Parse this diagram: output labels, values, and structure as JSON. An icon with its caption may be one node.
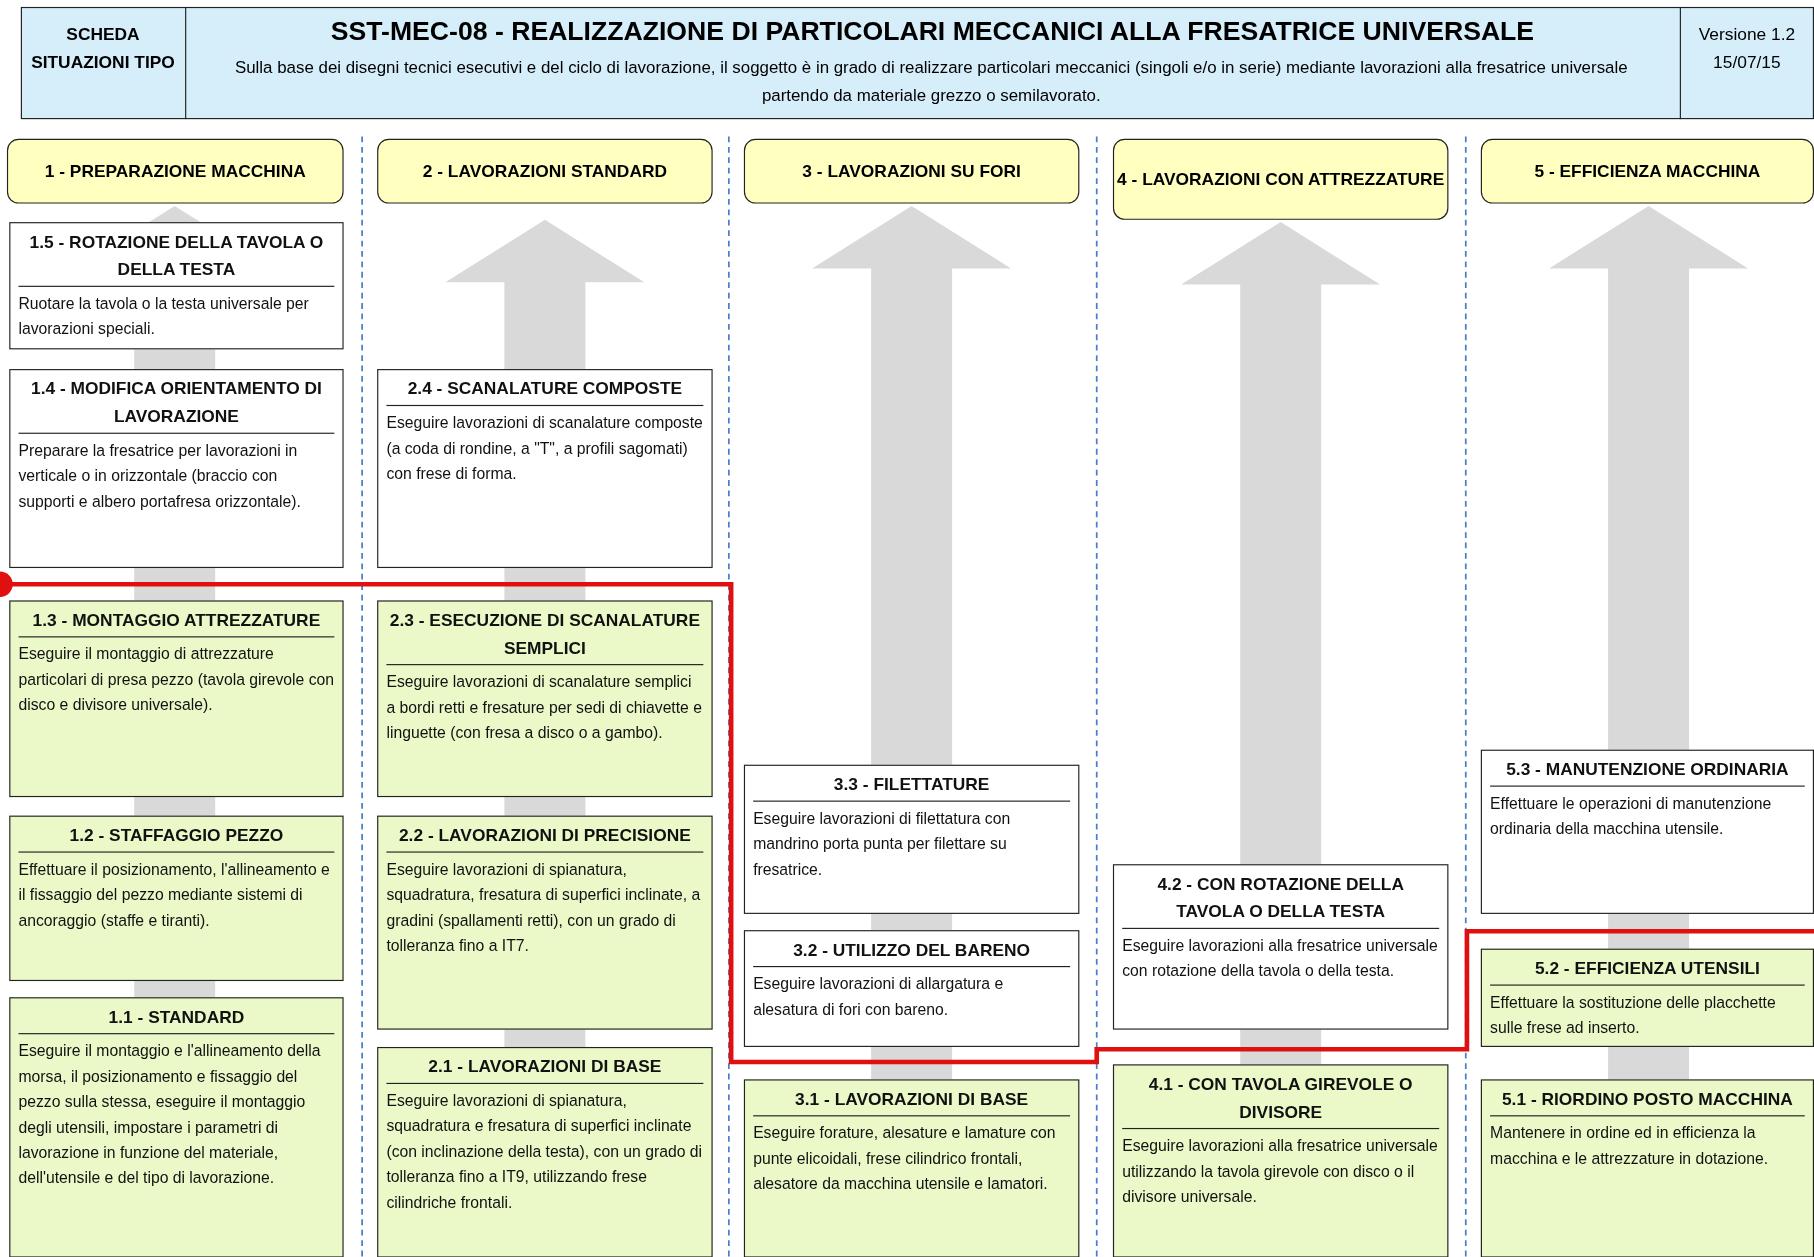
{
  "diagram": {
    "title": "SST-MEC-08  -  REALIZZAZIONE DI PARTICOLARI MECCANICI ALLA FRESATRICE UNIVERSALE",
    "nodes": [
      {
        "text": [
          "1 - PREPARAZIONE MACCHINA"
        ]
      },
      {
        "text": [
          "2 - LAVORAZIONI STANDARD"
        ]
      },
      {
        "text": [
          "3 - LAVORAZIONI SU FORI"
        ]
      },
      {
        "text": [
          "4 - LAVORAZIONI CON ATTREZZATURE"
        ]
      },
      {
        "text": [
          "5 - EFFICIENZA MACCHINA"
        ]
      },
      {
        "text": [
          "1.5 - ROTAZIONE DELLA TAVOLA O DELLA TESTA",
          "Ruotare la tavola o la testa universale per lavorazioni speciali."
        ]
      },
      {
        "text": [
          "1.4 - MODIFICA ORIENTAMENTO DI LAVORAZIONE",
          "Preparare la fresatrice per lavorazioni in verticale o in orizzontale (braccio con supporti e albero portafresa orizzontale)."
        ]
      },
      {
        "text": [
          "1.3 - MONTAGGIO ATTREZZATURE",
          "Eseguire il montaggio di attrezzature particolari di presa pezzo (tavola girevole con disco e divisore universale)."
        ]
      },
      {
        "text": [
          "1.2 - STAFFAGGIO PEZZO",
          "Effettuare il posizionamento, l'allineamento e il fissaggio del pezzo mediante sistemi di ancoraggio (staffe e tiranti)."
        ]
      },
      {
        "text": [
          "1.1 - STANDARD",
          "Eseguire il montaggio e l'allineamento della morsa, il posizionamento e fissaggio del pezzo sulla stessa, eseguire il montaggio degli utensili, impostare i parametri di lavorazione in funzione del materiale, dell'utensile e del tipo di lavorazione."
        ]
      },
      {
        "text": [
          "2.4 - SCANALATURE COMPOSTE",
          "Eseguire lavorazioni di scanalature composte (a coda di rondine, a \"T\", a profili sagomati) con frese di forma."
        ]
      },
      {
        "text": [
          "2.3 - ESECUZIONE DI SCANALATURE SEMPLICI",
          "Eseguire lavorazioni di scanalature semplici a bordi retti e fresature per sedi di chiavette e linguette (con fresa a disco o a gambo)."
        ]
      },
      {
        "text": [
          "2.2 - LAVORAZIONI DI PRECISIONE",
          "Eseguire lavorazioni di spianatura, squadratura, fresatura di superfici inclinate, a gradini (spallamenti retti), con un grado di tolleranza fino a IT7."
        ]
      },
      {
        "text": [
          "2.1 - LAVORAZIONI DI BASE",
          "Eseguire lavorazioni di spianatura, squadratura e fresatura di superfici inclinate (con inclinazione della testa), con un grado di tolleranza fino a IT9, utilizzando frese cilindriche frontali."
        ]
      },
      {
        "text": [
          "3.3 - FILETTATURE",
          "Eseguire lavorazioni di filettatura con mandrino porta punta per filettare su fresatrice."
        ]
      },
      {
        "text": [
          "3.2 - UTILIZZO DEL BARENO",
          "Eseguire lavorazioni di allargatura e alesatura di fori con bareno."
        ]
      },
      {
        "text": [
          "3.1 - LAVORAZIONI DI BASE",
          "Eseguire forature, alesature e lamature con punte elicoidali, frese cilindrico frontali, alesatore da macchina utensile e lamatori."
        ]
      },
      {
        "text": [
          "4.2 - CON ROTAZIONE DELLA TAVOLA O DELLA TESTA",
          "Eseguire lavorazioni alla fresatrice universale con rotazione della tavola o della testa."
        ]
      },
      {
        "text": [
          "4.1 - CON TAVOLA GIREVOLE O DIVISORE",
          "Eseguire lavorazioni alla fresatrice universale utilizzando la tavola girevole con disco o il divisore universale."
        ]
      },
      {
        "text": [
          "5.3 - MANUTENZIONE ORDINARIA",
          "Effettuare le operazioni di manutenzione ordinaria della macchina utensile."
        ]
      },
      {
        "text": [
          "5.2 - EFFICIENZA UTENSILI",
          "Effettuare la sostituzione delle placchette sulle frese ad inserto."
        ]
      },
      {
        "text": [
          "5.1 - RIORDINO POSTO MACCHINA",
          "Mantenere in ordine ed in efficienza la macchina e le attrezzature in dotazione."
        ]
      }
    ],
    "labels": [
      "SCHEDA SITUAZIONI TIPO",
      "Sulla base dei disegni tecnici esecutivi e del ciclo di lavorazione, il soggetto è in grado di realizzare particolari meccanici (singoli e/o in serie) mediante lavorazioni alla fresatrice universale partendo da materiale grezzo o semilavorato.",
      "Versione 1.2 15/07/15"
    ]
  }
}
